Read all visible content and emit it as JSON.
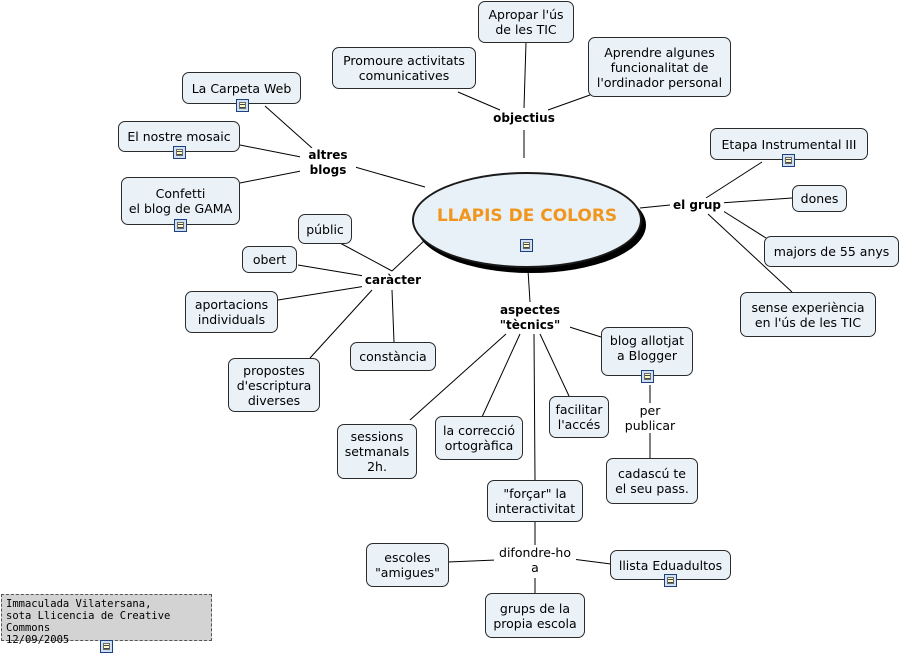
{
  "center": {
    "title": "LLAPIS DE COLORS"
  },
  "branches": {
    "objectius": "objectius",
    "altres_blogs": "altres\nblogs",
    "el_grup": "el grup",
    "caracter": "caràcter",
    "aspectes": "aspectes\n\"tècnics\""
  },
  "objectius": {
    "apropar": "Apropar l'ús\nde les TIC",
    "promoure": "Promoure activitats\ncomunicatives",
    "aprendre": "Aprendre algunes\nfuncionalitat de\nl'ordinador personal"
  },
  "blogs": {
    "carpeta": "La Carpeta Web",
    "mosaic": "El nostre mosaic",
    "confetti": "Confetti\nel blog de GAMA"
  },
  "grup": {
    "etapa": "Etapa Instrumental III",
    "dones": "dones",
    "majors": "majors de 55 anys",
    "sense": "sense experiència\nen l'ús de les TIC"
  },
  "caracter": {
    "public": "públic",
    "obert": "obert",
    "aportacions": "aportacions\nindividuals",
    "propostes": "propostes\nd'escriptura\ndiverses",
    "constancia": "constància"
  },
  "aspectes": {
    "blog_allotjat": "blog allotjat\na Blogger",
    "per_publicar": "per\npublicar",
    "cadascu": "cadascú te\nel seu pass.",
    "facilitar": "facilitar\nl'accés",
    "correccio": "la correcció\nortogràfica",
    "sessions": "sessions\nsetmanals\n2h.",
    "forcar": "\"forçar\" la\ninteractivitat",
    "difondre": "difondre-ho\na",
    "escoles": "escoles\n\"amigues\"",
    "llista": "llista Eduadultos",
    "grups": "grups de la\npropia escola"
  },
  "credit": {
    "text": "Immaculada Vilatersana,\nsota Llicencia de Creative Commons\n12/09/2005"
  }
}
